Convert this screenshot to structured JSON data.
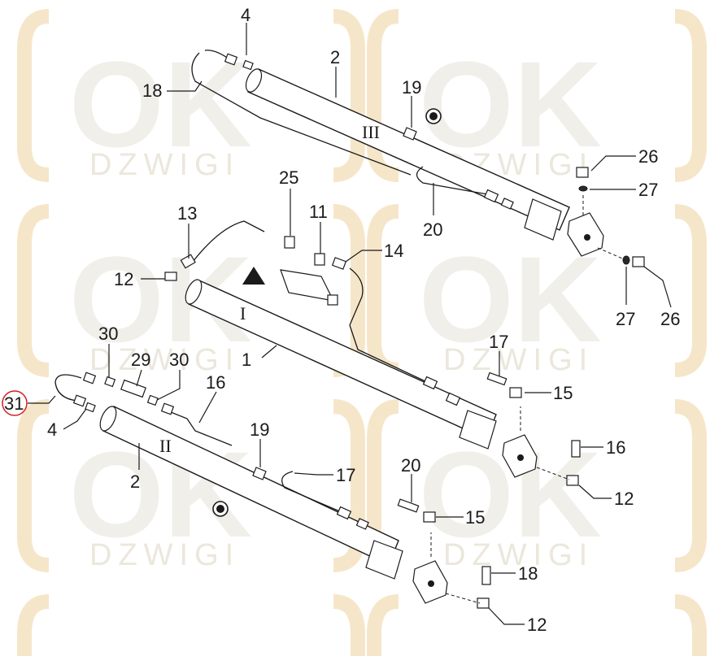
{
  "watermark": {
    "logo_text": "OK",
    "sub_text": "DZWIGI",
    "color": "#f3ddb8"
  },
  "callouts": [
    "2",
    "4",
    "18",
    "19",
    "III",
    "26",
    "27",
    "20",
    "25",
    "13",
    "11",
    "14",
    "12",
    "I",
    "1",
    "17",
    "15",
    "30",
    "29",
    "16",
    "31",
    "II",
    "18"
  ],
  "labels": {
    "top_cyl": {
      "n2": "2",
      "n4": "4",
      "n18": "18",
      "n19": "19",
      "roman": "III",
      "n26a": "26",
      "n27a": "27",
      "n20": "20",
      "n27b": "27",
      "n26b": "26"
    },
    "mid": {
      "n25": "25",
      "n13": "13",
      "n11": "11",
      "n14": "14",
      "n12": "12",
      "roman": "I",
      "n1": "1",
      "n17": "17",
      "n15": "15",
      "n16": "16",
      "n12b": "12"
    },
    "bottom": {
      "n30a": "30",
      "n29": "29",
      "n30b": "30",
      "n16": "16",
      "n31": "31",
      "n4": "4",
      "roman": "II",
      "n2": "2",
      "n19": "19",
      "n17": "17",
      "n20": "20",
      "n15": "15",
      "n18": "18",
      "n12": "12"
    }
  },
  "highlight": {
    "label": "31",
    "color": "#d11f1f"
  }
}
